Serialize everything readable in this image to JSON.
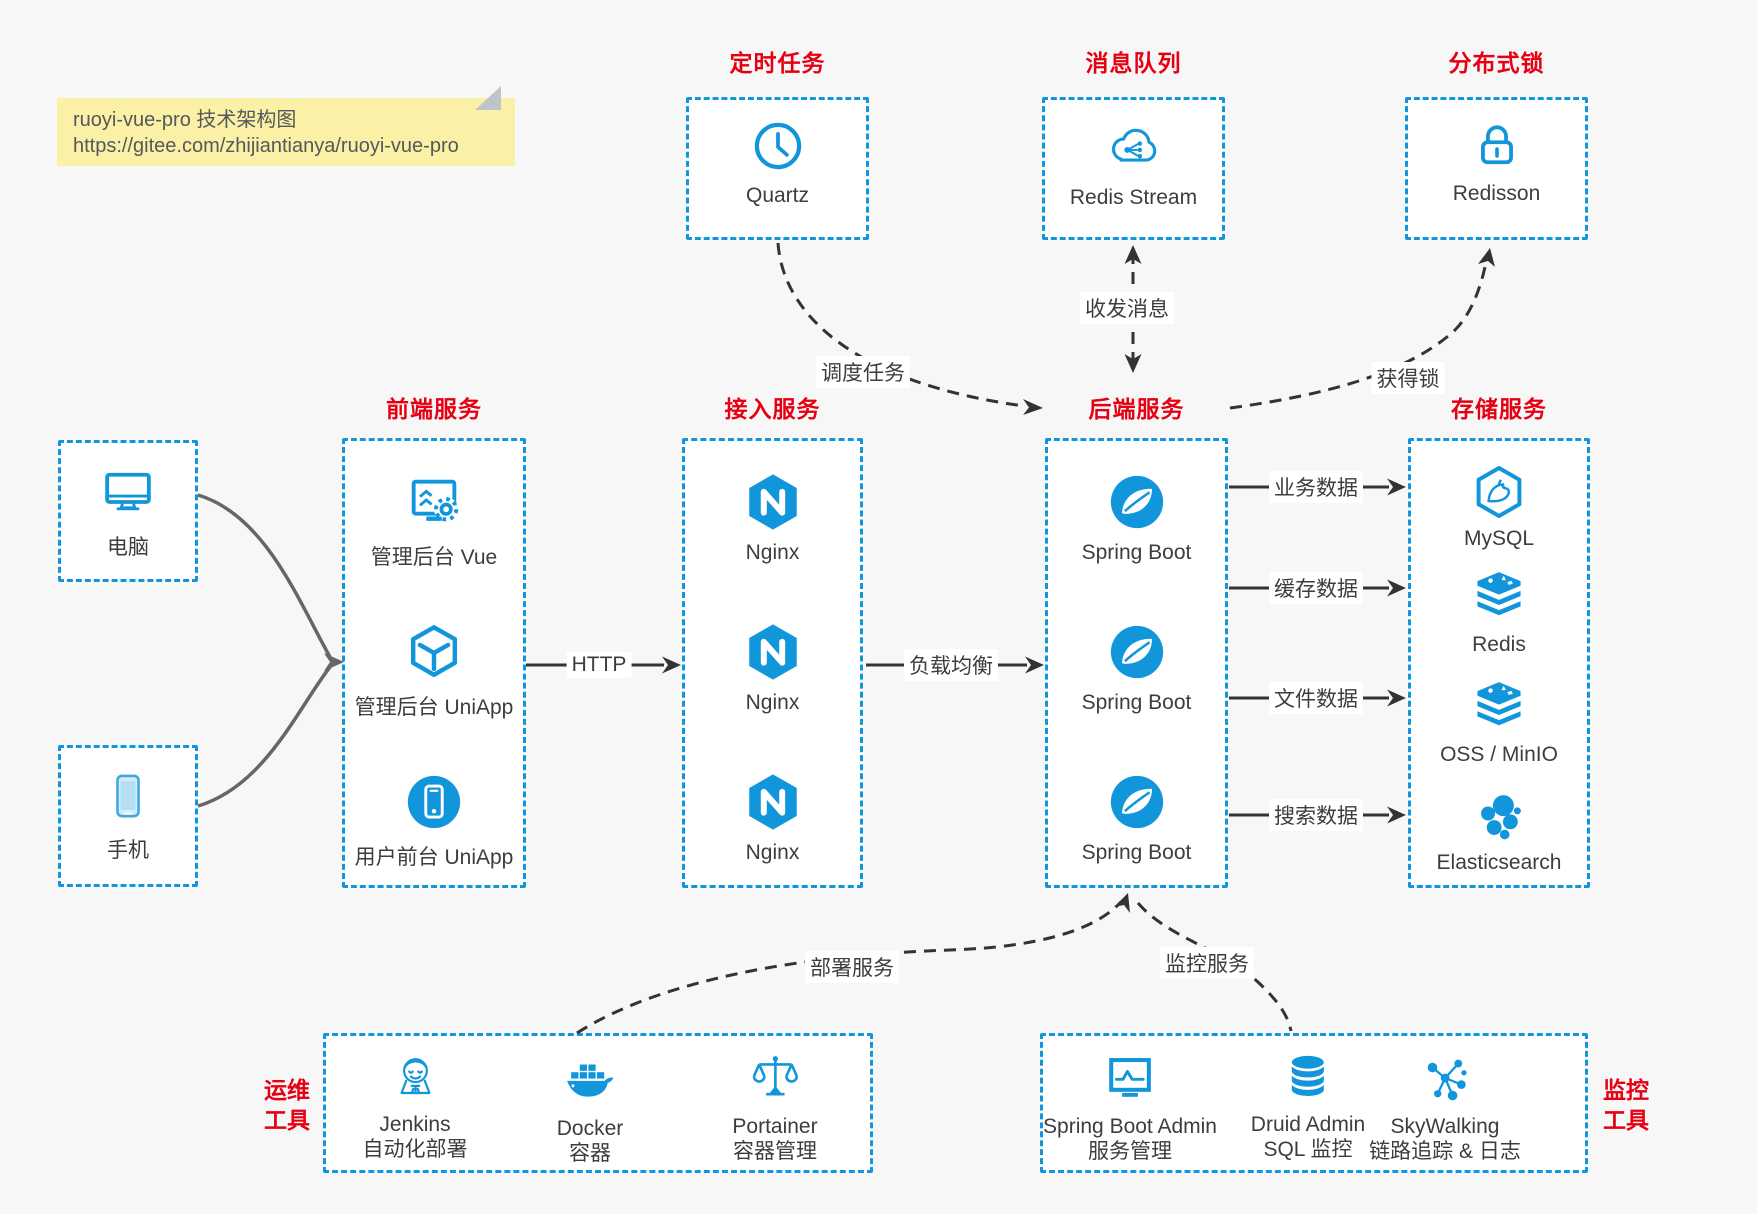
{
  "note": {
    "title": "ruoyi-vue-pro 技术架构图",
    "url": "https://gitee.com/zhijiantianya/ruoyi-vue-pro"
  },
  "colors": {
    "accent_blue": "#1296db",
    "title_red": "#e60012",
    "arrow_black": "#333333",
    "connector_gray": "#666666",
    "note_bg": "#faf0a6",
    "canvas_bg": "#f7f7f8",
    "box_bg": "#ffffff"
  },
  "top_groups": [
    {
      "title": "定时任务",
      "item": {
        "label": "Quartz",
        "icon": "clock-icon"
      }
    },
    {
      "title": "消息队列",
      "item": {
        "label": "Redis Stream",
        "icon": "cloud-mq-icon"
      }
    },
    {
      "title": "分布式锁",
      "item": {
        "label": "Redisson",
        "icon": "lock-icon"
      }
    }
  ],
  "clients": [
    {
      "label": "电脑",
      "icon": "desktop-icon"
    },
    {
      "label": "手机",
      "icon": "mobile-icon"
    }
  ],
  "columns": [
    {
      "title": "前端服务",
      "items": [
        {
          "label": "管理后台 Vue",
          "icon": "admin-vue-icon"
        },
        {
          "label": "管理后台 UniApp",
          "icon": "uniapp-cube-icon"
        },
        {
          "label": "用户前台 UniApp",
          "icon": "user-app-icon"
        }
      ]
    },
    {
      "title": "接入服务",
      "items": [
        {
          "label": "Nginx",
          "icon": "nginx-icon"
        },
        {
          "label": "Nginx",
          "icon": "nginx-icon"
        },
        {
          "label": "Nginx",
          "icon": "nginx-icon"
        }
      ]
    },
    {
      "title": "后端服务",
      "items": [
        {
          "label": "Spring Boot",
          "icon": "spring-boot-icon"
        },
        {
          "label": "Spring Boot",
          "icon": "spring-boot-icon"
        },
        {
          "label": "Spring Boot",
          "icon": "spring-boot-icon"
        }
      ]
    },
    {
      "title": "存储服务",
      "items": [
        {
          "label": "MySQL",
          "icon": "mysql-icon"
        },
        {
          "label": "Redis",
          "icon": "redis-icon"
        },
        {
          "label": "OSS / MinIO",
          "icon": "oss-minio-icon"
        },
        {
          "label": "Elasticsearch",
          "icon": "elasticsearch-icon"
        }
      ]
    }
  ],
  "edges": {
    "http": "HTTP",
    "load_balance": "负载均衡",
    "schedule_task": "调度任务",
    "send_receive_message": "收发消息",
    "acquire_lock": "获得锁",
    "business_data": "业务数据",
    "cache_data": "缓存数据",
    "file_data": "文件数据",
    "search_data": "搜索数据",
    "deploy_service": "部署服务",
    "monitor_service": "监控服务"
  },
  "bottom_groups": [
    {
      "title_line1": "运维",
      "title_line2": "工具",
      "items": [
        {
          "label": "Jenkins",
          "sublabel": "自动化部署",
          "icon": "jenkins-icon"
        },
        {
          "label": "Docker",
          "sublabel": "容器",
          "icon": "docker-icon"
        },
        {
          "label": "Portainer",
          "sublabel": "容器管理",
          "icon": "portainer-icon"
        }
      ]
    },
    {
      "title_line1": "监控",
      "title_line2": "工具",
      "items": [
        {
          "label": "Spring Boot Admin",
          "sublabel": "服务管理",
          "icon": "spring-boot-admin-icon"
        },
        {
          "label": "Druid Admin",
          "sublabel": "SQL 监控",
          "icon": "druid-icon"
        },
        {
          "label": "SkyWalking",
          "sublabel": "链路追踪 & 日志",
          "icon": "skywalking-icon"
        }
      ]
    }
  ]
}
